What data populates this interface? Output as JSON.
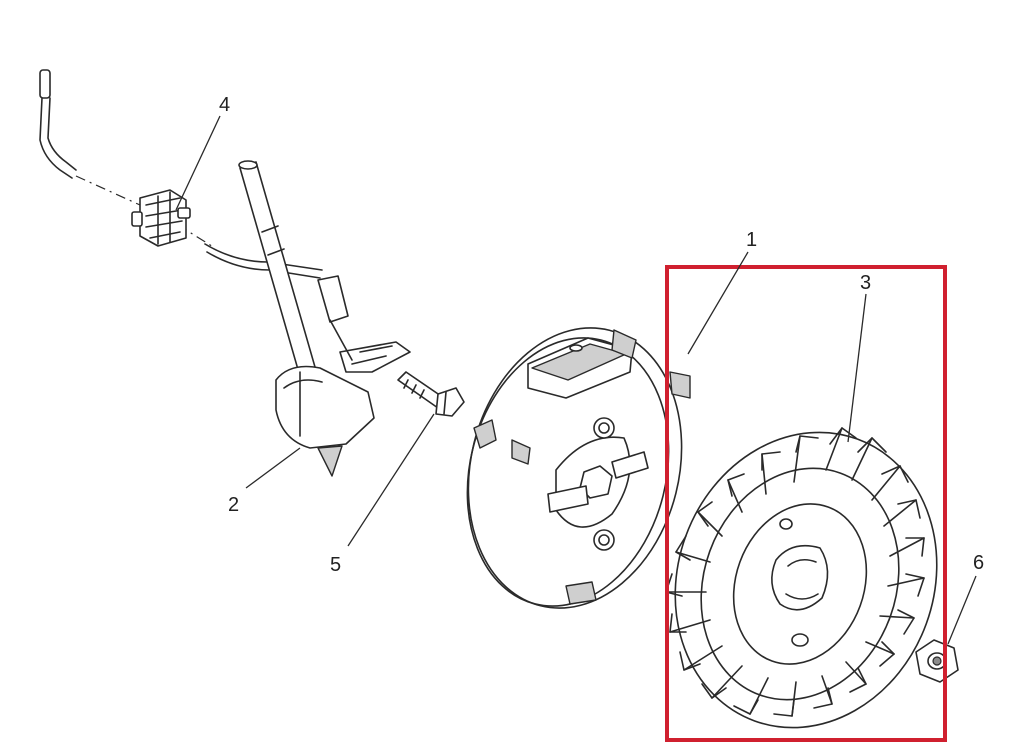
{
  "callouts": {
    "flywheel_housing": "1",
    "ignition_coil": "2",
    "fan_flywheel": "3",
    "terminal_clip": "4",
    "bolt": "5",
    "nut": "6"
  },
  "colors": {
    "highlight": "#d0202f",
    "ink": "#2a2a2a",
    "paper": "#ffffff"
  }
}
